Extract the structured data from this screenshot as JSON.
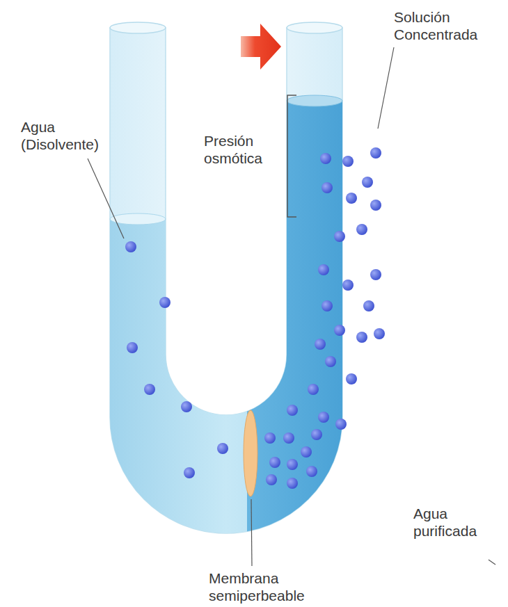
{
  "diagram": {
    "labels": [
      "Agua (Disolvente)",
      "Solución Concentrada",
      "Presión osmótica",
      "Membrana semiperbeable",
      "Agua purificada"
    ]
  }
}
